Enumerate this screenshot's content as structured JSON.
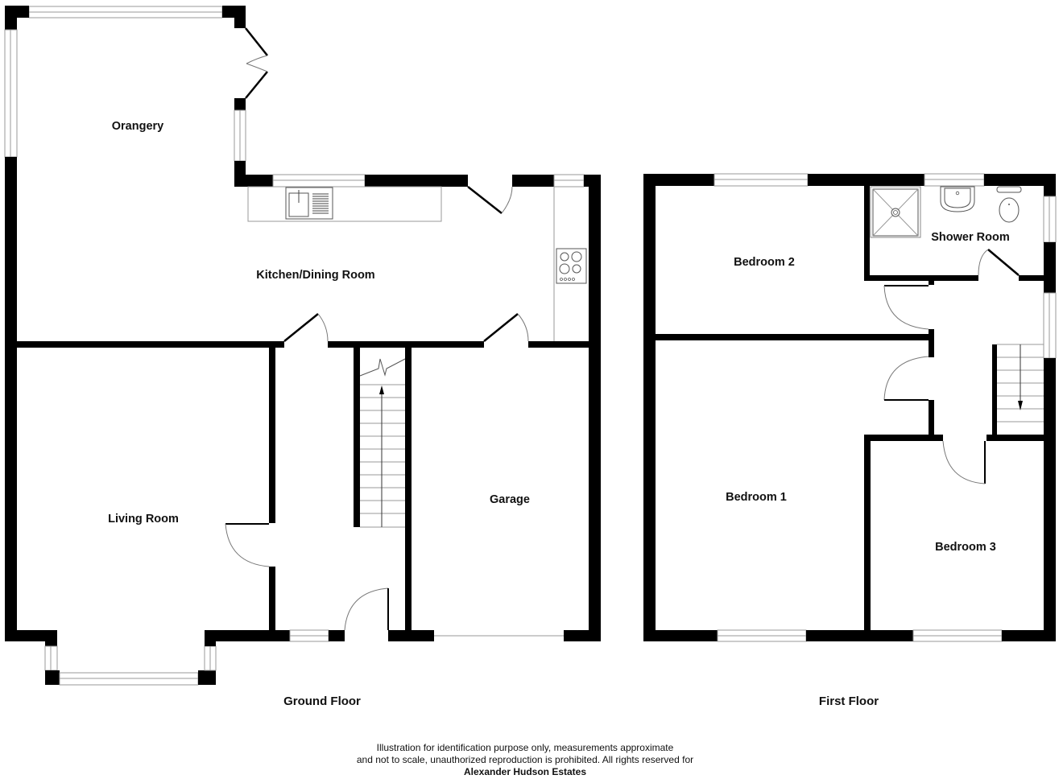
{
  "plan": {
    "floors": [
      {
        "name": "Ground Floor",
        "rooms": [
          "Orangery",
          "Kitchen/Dining Room",
          "Living Room",
          "Garage"
        ]
      },
      {
        "name": "First Floor",
        "rooms": [
          "Bedroom 2",
          "Shower Room",
          "Bedroom 1",
          "Bedroom 3"
        ]
      }
    ]
  },
  "ground": {
    "label": "Ground Floor",
    "orangery": "Orangery",
    "kitchen": "Kitchen/Dining Room",
    "living": "Living Room",
    "garage": "Garage"
  },
  "first": {
    "label": "First Floor",
    "bedroom2": "Bedroom 2",
    "shower": "Shower Room",
    "bedroom1": "Bedroom 1",
    "bedroom3": "Bedroom 3"
  },
  "footer": {
    "line1": "Illustration for identification purpose only, measurements approximate",
    "line2": "and not to scale, unauthorized reproduction is prohibited. All rights reserved for",
    "brand": "Alexander Hudson Estates"
  },
  "colors": {
    "wall": "#000000",
    "window": "#999999",
    "background": "#ffffff"
  }
}
